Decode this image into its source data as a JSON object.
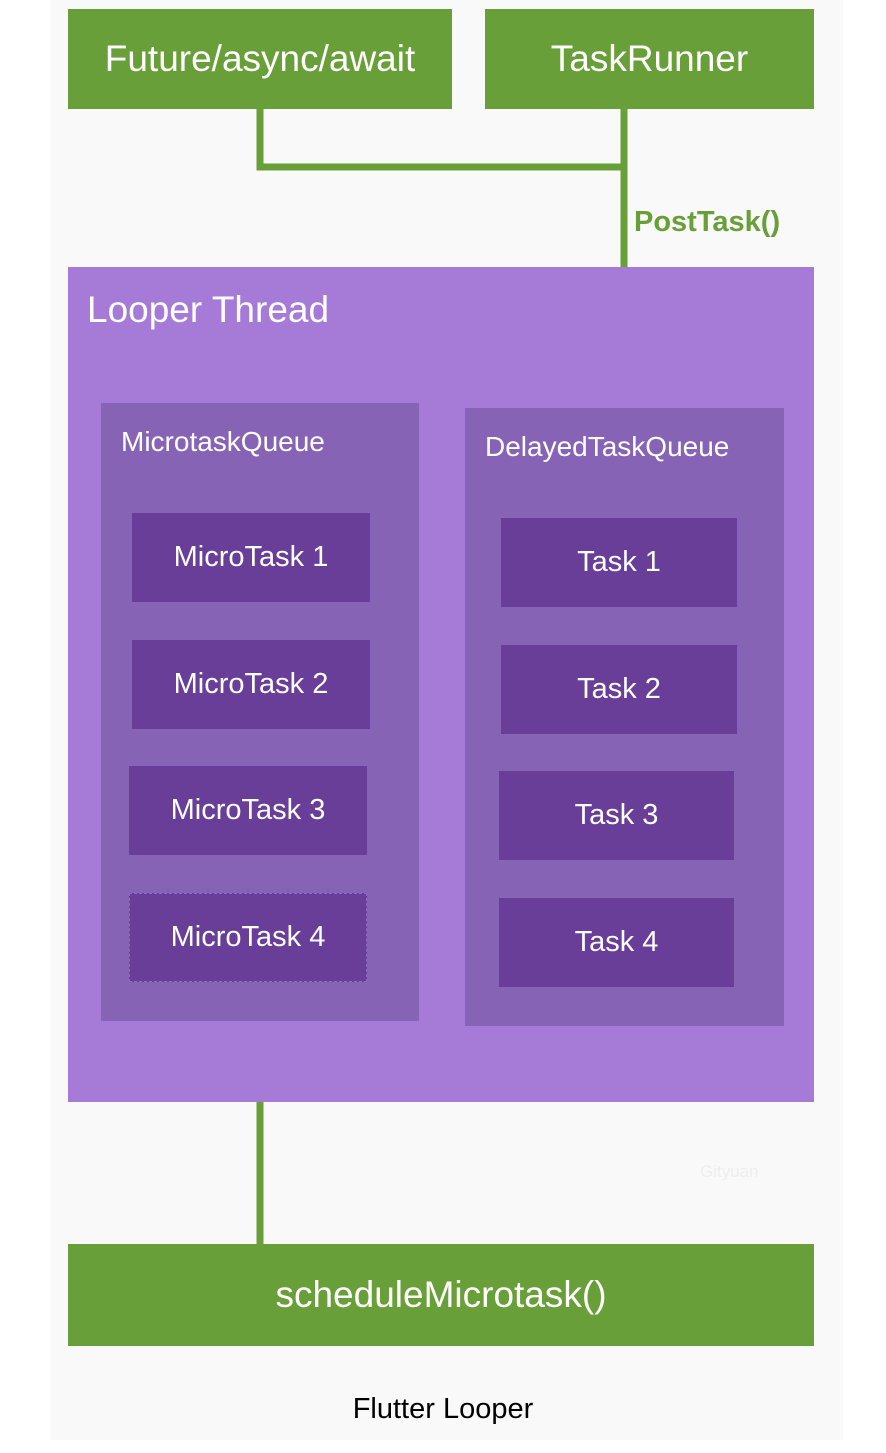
{
  "sources": {
    "future": "Future/async/await",
    "taskrunner": "TaskRunner"
  },
  "post_task_label": "PostTask()",
  "looper_thread": {
    "title": "Looper Thread",
    "microtask_queue": {
      "title": "MicrotaskQueue",
      "items": [
        "MicroTask 1",
        "MicroTask 2",
        "MicroTask 3",
        "MicroTask 4"
      ]
    },
    "delayed_task_queue": {
      "title": "DelayedTaskQueue",
      "items": [
        "Task 1",
        "Task 2",
        "Task 3",
        "Task 4"
      ]
    }
  },
  "schedule": "scheduleMicrotask()",
  "watermark": "Gityuan",
  "caption": "Flutter Looper",
  "colors": {
    "green": "#689f38",
    "thread": "#a67bd8",
    "queue": "#8763b5",
    "task": "#683e98",
    "canvas": "#f9f9f9"
  }
}
